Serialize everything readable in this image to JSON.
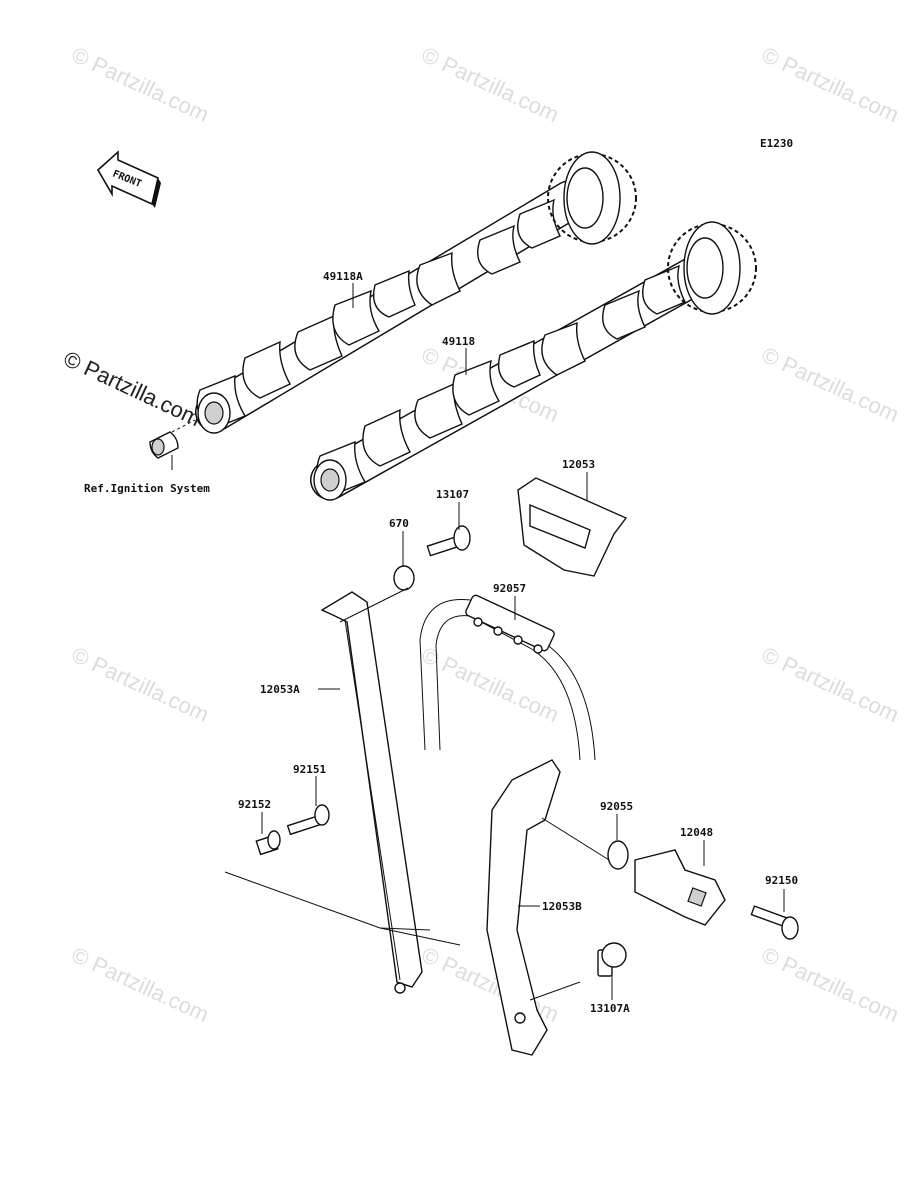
{
  "diagram_code": "E1230",
  "front_label": "FRONT",
  "reference_note": "Ref.Ignition System",
  "watermark_text": "© Partzilla.com",
  "parts": {
    "camshaft_exhaust": "49118A",
    "camshaft_intake": "49118",
    "guide_top": "12053",
    "bolt_13107": "13107",
    "oring_670": "670",
    "chain": "92057",
    "guide_a": "12053A",
    "bolt_92151": "92151",
    "collar_92152": "92152",
    "oring_92055": "92055",
    "tensioner": "12048",
    "bolt_92150": "92150",
    "guide_b": "12053B",
    "bolt_13107a": "13107A"
  },
  "colors": {
    "line": "#111111",
    "watermark": "#d9d9d9",
    "shade": "#cfcfcf"
  }
}
